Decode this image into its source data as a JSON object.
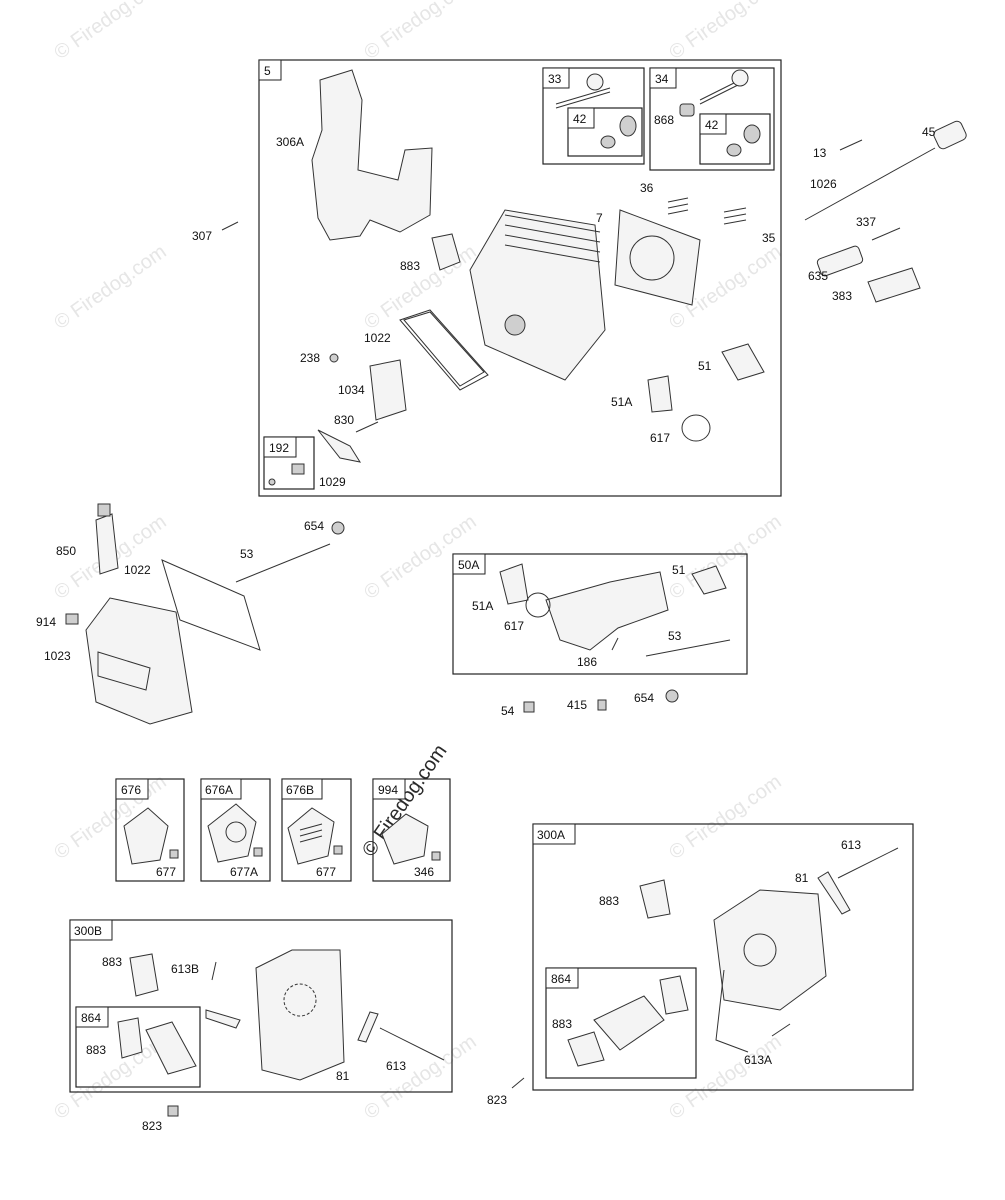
{
  "watermark": {
    "text": "© Firedog.com"
  },
  "frames": [
    {
      "label": "5"
    },
    {
      "label": "33"
    },
    {
      "label": "42"
    },
    {
      "label": "34"
    },
    {
      "label": "42"
    },
    {
      "label": "192"
    },
    {
      "label": "50A"
    },
    {
      "label": "676"
    },
    {
      "label": "676A"
    },
    {
      "label": "676B"
    },
    {
      "label": "994"
    },
    {
      "label": "300B"
    },
    {
      "label": "864"
    },
    {
      "label": "300A"
    },
    {
      "label": "864"
    }
  ],
  "callouts": [
    "306A",
    "883",
    "7",
    "36",
    "35",
    "1022",
    "238",
    "1034",
    "830",
    "1029",
    "51A",
    "51",
    "617",
    "868",
    "13",
    "45",
    "1026",
    "337",
    "635",
    "383",
    "307",
    "850",
    "1022",
    "654",
    "53",
    "914",
    "1023",
    "51",
    "51A",
    "617",
    "53",
    "186",
    "54",
    "415",
    "654",
    "677",
    "677A",
    "677",
    "346",
    "883",
    "613B",
    "883",
    "81",
    "613",
    "823",
    "613",
    "81",
    "883",
    "883",
    "613A",
    "823"
  ]
}
